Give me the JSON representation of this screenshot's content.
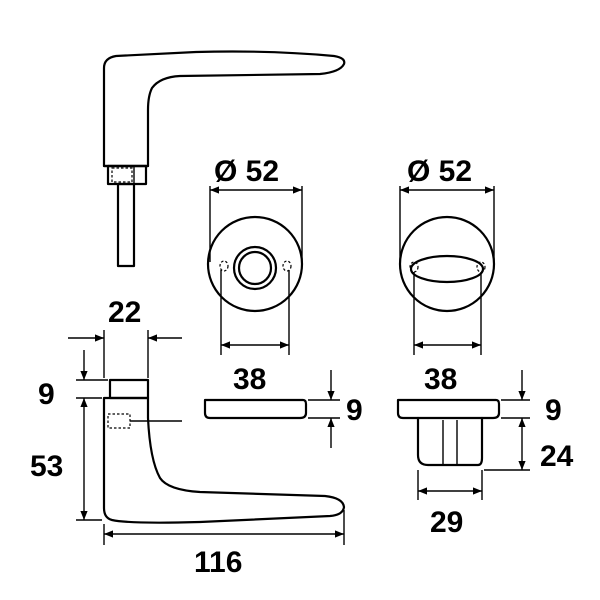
{
  "dimensions": {
    "rose_left_diameter": "Ø 52",
    "rose_right_diameter": "Ø 52",
    "rose_left_hole_spacing": "38",
    "rose_right_hole_spacing": "38",
    "rose_left_thickness": "9",
    "rose_right_thickness": "9",
    "rose_right_depth": "24",
    "rose_right_width": "29",
    "handle_width": "22",
    "handle_top": "9",
    "handle_height": "53",
    "handle_length": "116"
  },
  "colors": {
    "line": "#000000",
    "background": "#ffffff"
  }
}
